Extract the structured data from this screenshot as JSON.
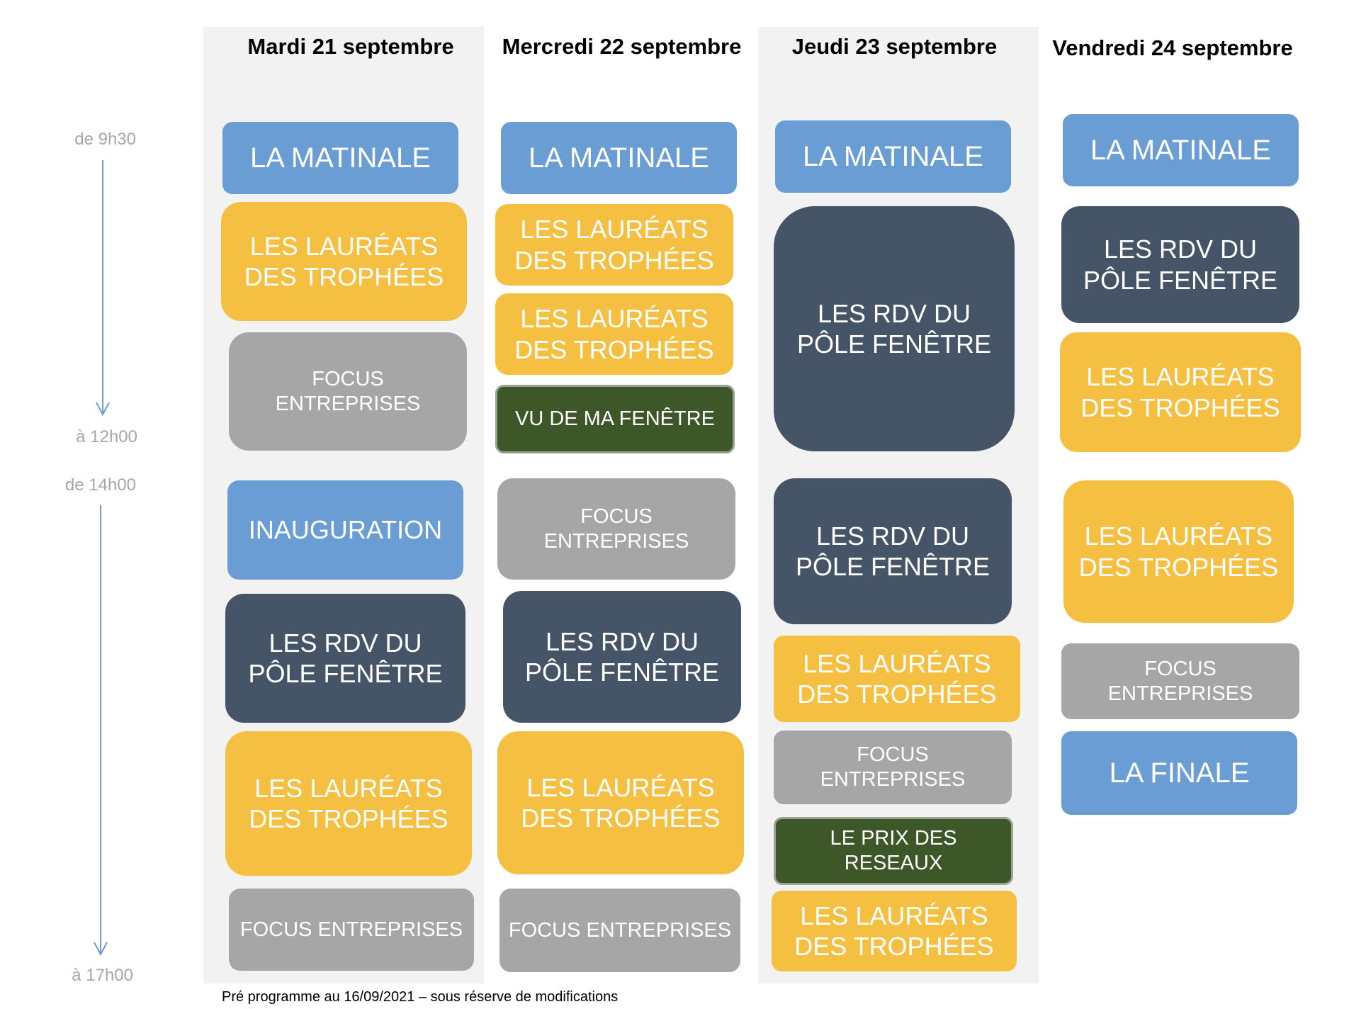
{
  "days": [
    {
      "label": "Mardi 21 septembre"
    },
    {
      "label": "Mercredi 22 septembre"
    },
    {
      "label": "Jeudi 23 septembre"
    },
    {
      "label": "Vendredi 24 septembre"
    }
  ],
  "times": {
    "morning_start": "de 9h30",
    "morning_end": "à 12h00",
    "afternoon_start": "de 14h00",
    "afternoon_end": "à 17h00"
  },
  "events": {
    "matinale": "LA MATINALE",
    "laureats": "LES LAURÉATS\nDES TROPHÉES",
    "focus": "FOCUS\nENTREPRISES",
    "focus_single": "FOCUS ENTREPRISES",
    "rdv": "LES RDV DU\nPÔLE FENÊTRE",
    "vu": "VU DE MA FENÊTRE",
    "inauguration": "INAUGURATION",
    "prix": "LE PRIX DES\nRESEAUX",
    "finale": "LA FINALE"
  },
  "colors": {
    "matinale": "#6a9dd3",
    "laureats": "#f5c042",
    "focus": "#a6a6a6",
    "rdv": "#455467",
    "green": "#3d5728",
    "arrow": "#6a9dd3"
  },
  "footnote": "Pré programme au 16/09/2021 – sous réserve de modifications"
}
